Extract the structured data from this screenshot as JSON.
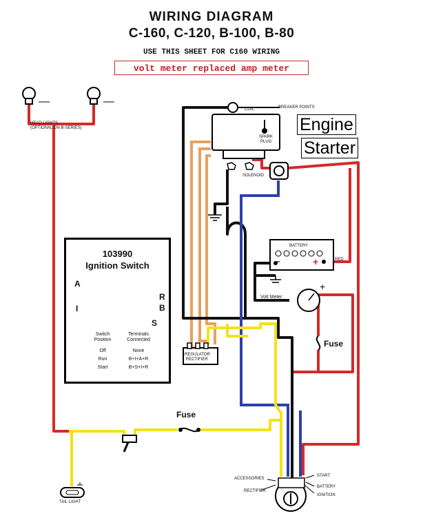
{
  "header": {
    "title": "WIRING DIAGRAM",
    "models": "C-160, C-120, B-100, B-80",
    "note": "USE THIS SHEET FOR C160 WIRING",
    "callout": "volt meter replaced amp meter"
  },
  "labels": {
    "engine": "Engine",
    "starter": "Starter",
    "head_lights": "HEAD LIGHTS",
    "head_lights_note": "(OPTIONAL ON B-SERIES)",
    "coil": "COIL",
    "breaker_points": "BREAKER POINTS",
    "spark_plug_1": "SPARK",
    "spark_plug_2": "PLUG",
    "solenoid": "SOLENOID",
    "battery": "BATTERY",
    "battery_minus": "–",
    "battery_plus": "+",
    "red": "RED",
    "volt_meter": "Volt Meter",
    "plus_sign": "+",
    "fuse_right": "Fuse",
    "fuse_mid": "Fuse",
    "regulator_1": "REGULATOR",
    "regulator_2": "RECTIFIER",
    "tail_light": "TAIL LIGHT",
    "accessories": "ACCESSORIES",
    "rectifier": "RECTIFIER",
    "start": "START",
    "battery_term": "BATTERY",
    "ignition": "IGNITION"
  },
  "ignition_switch": {
    "part_number": "103990",
    "name": "Ignition Switch",
    "terminals": {
      "a": "A",
      "i": "I",
      "r": "R",
      "b": "B",
      "s": "S"
    },
    "table": {
      "col1_header_1": "Switch",
      "col1_header_2": "Position",
      "col2_header_1": "Terminals",
      "col2_header_2": "Connected",
      "rows": [
        {
          "position": "Off",
          "connected": "None"
        },
        {
          "position": "Run",
          "connected": "B+I+A+R"
        },
        {
          "position": "Start",
          "connected": "B+S+I+R"
        }
      ]
    }
  },
  "colors": {
    "red_wire": "#d42a2a",
    "yellow_wire": "#f2e21a",
    "blue_wire": "#2f3fa8",
    "orange_wire": "#e8a060",
    "black_wire": "#111111",
    "callout_red": "#c02020"
  }
}
